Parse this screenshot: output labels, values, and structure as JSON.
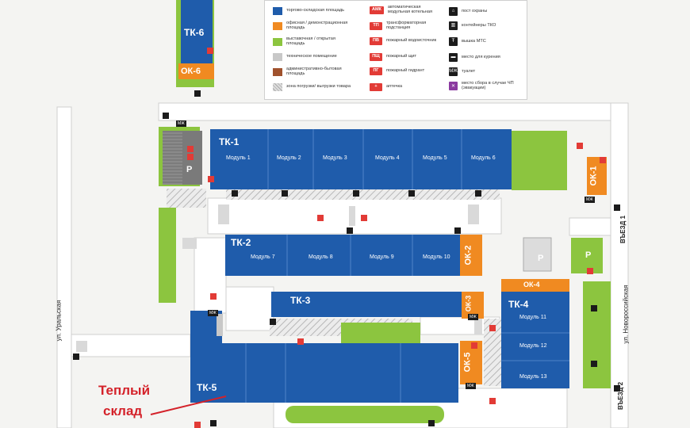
{
  "buildings": {
    "tk1": {
      "label": "ТК-1",
      "modules": [
        "Модуль 1",
        "Модуль 2",
        "Модуль 3",
        "Модуль 4",
        "Модуль 5",
        "Модуль 6"
      ]
    },
    "tk2": {
      "label": "ТК-2",
      "modules": [
        "Модуль 7",
        "Модуль 8",
        "Модуль 9",
        "Модуль 10"
      ]
    },
    "tk3": {
      "label": "ТК-3"
    },
    "tk4": {
      "label": "ТК-4",
      "modules": [
        "Модуль 11",
        "Модуль 12",
        "Модуль 13"
      ]
    },
    "tk5": {
      "label": "ТК-5"
    },
    "tk6": {
      "label": "ТК-6"
    },
    "ok1": {
      "label": "ОК-1"
    },
    "ok2": {
      "label": "ОК-2"
    },
    "ok3": {
      "label": "ОК-3"
    },
    "ok4": {
      "label": "ОК-4"
    },
    "ok5": {
      "label": "ОК-5"
    },
    "ok6": {
      "label": "ОК-6"
    }
  },
  "colors": {
    "warehouse": "#1f5cab",
    "office": "#f08a21",
    "exhibition": "#8cc53f",
    "technical": "#c8c8c8",
    "admin": "#a0522d",
    "red": "#e23b36",
    "road": "#ffffff",
    "ground": "#f4f4f2"
  },
  "legend": {
    "col1": [
      {
        "color": "#1f5cab",
        "text": "торгово-складская площадь"
      },
      {
        "color": "#f08a21",
        "text": "офисная / демонстрационная площадь"
      },
      {
        "color": "#8cc53f",
        "text": "выставочная / открытая площадь"
      },
      {
        "color": "#c8c8c8",
        "text": "техническое помещение"
      },
      {
        "color": "#a0522d",
        "text": "административно-бытовая площадь"
      },
      {
        "color": "hatch",
        "text": "зона погрузки/ выгрузки товара"
      }
    ],
    "col2": [
      {
        "badge": "АМК",
        "text": "автоматическая модульная котельная"
      },
      {
        "badge": "ТП",
        "text": "трансформаторная подстанция"
      },
      {
        "badge": "ПВ",
        "text": "пожарный водоисточник"
      },
      {
        "badge": "ПЩ",
        "text": "пожарный щит"
      },
      {
        "badge": "ПГ",
        "text": "пожарный гидрант"
      },
      {
        "badge": "+",
        "text": "аптечка"
      }
    ],
    "col3": [
      {
        "icon": "guard-icon",
        "text": "пост охраны"
      },
      {
        "icon": "trash-icon",
        "text": "контейнеры ТКО"
      },
      {
        "icon": "tower-icon",
        "text": "вышка МТС"
      },
      {
        "icon": "smoking-icon",
        "text": "место для курения"
      },
      {
        "icon": "toilet-icon",
        "text": "туалет",
        "glyph": "МЖ"
      },
      {
        "icon": "evacuation-icon",
        "text": "место сбора в случае ЧП (эвакуации)"
      }
    ]
  },
  "streets": {
    "ural": "ул. Уральская",
    "novoros": "ул. Новороссийская",
    "entry1": "ВЪЕЗД 1",
    "entry2": "ВЪЕЗД 2"
  },
  "parking_letter": "P",
  "toilet_label": "МЖ",
  "annotation": {
    "line1": "Теплый",
    "line2": "склад"
  }
}
